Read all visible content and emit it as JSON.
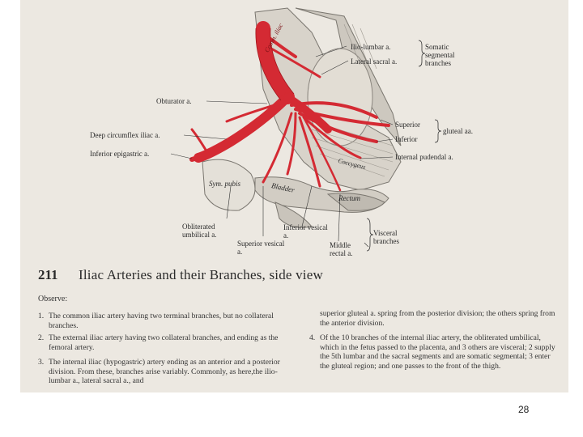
{
  "figure": {
    "labels": {
      "ilio_lumbar": "Ilio-lumbar a.",
      "lateral_sacral": "Lateral sacral a.",
      "somatic_segmental": "Somatic segmental branches",
      "obturator": "Obturator a.",
      "deep_circumflex_iliac": "Deep circumflex iliac a.",
      "inferior_epigastric": "Inferior epigastric a.",
      "superior": "Superior",
      "inferior": "Inferior",
      "gluteal_aa": "gluteal aa.",
      "internal_pudendal": "Internal pudendal a.",
      "obliterated_umbilical": "Obliterated umbilical a.",
      "superior_vesical": "Superior vesical a.",
      "inferior_vesical": "Inferior vesical a.",
      "middle_rectal": "Middle rectal a.",
      "visceral_branches": "Visceral branches",
      "symphysis_pubis": "Sym. pubis",
      "bladder": "Bladder",
      "rectum": "Rectum",
      "coccygeus": "Coccygeus",
      "common_iliac": "Comm. iliac"
    },
    "colors": {
      "artery": "#d42a33",
      "artery_dark": "#a5181f",
      "bone": "#d9d5cd",
      "ink": "#2a2a2a"
    }
  },
  "caption": {
    "number": "211",
    "title": "Iliac Arteries and their Branches, side view"
  },
  "observe": {
    "heading": "Observe:",
    "items": [
      {
        "num": "1.",
        "text": "The common iliac artery having two terminal branches, but no collateral branches."
      },
      {
        "num": "2.",
        "text": "The external iliac artery having two collateral branches, and ending as the femoral artery."
      },
      {
        "num": "3.",
        "text": "The internal iliac (hypogastric) artery ending as an anterior and a posterior division. From these, branches arise variably. Commonly, as here,the ilio-lumbar a., lateral sacral a., and"
      }
    ],
    "continuation": "superior gluteal a. spring from the posterior division; the others spring from the anterior division.",
    "item4": {
      "num": "4.",
      "text": "Of the 10 branches of the internal iliac artery, the obliterated umbilical, which in the fetus passed to the placenta, and 3 others are visceral; 2 supply the 5th lumbar and the sacral segments and are somatic segmental; 3 enter the gluteal region; and one passes to the front of the thigh."
    }
  },
  "page_number": "28"
}
